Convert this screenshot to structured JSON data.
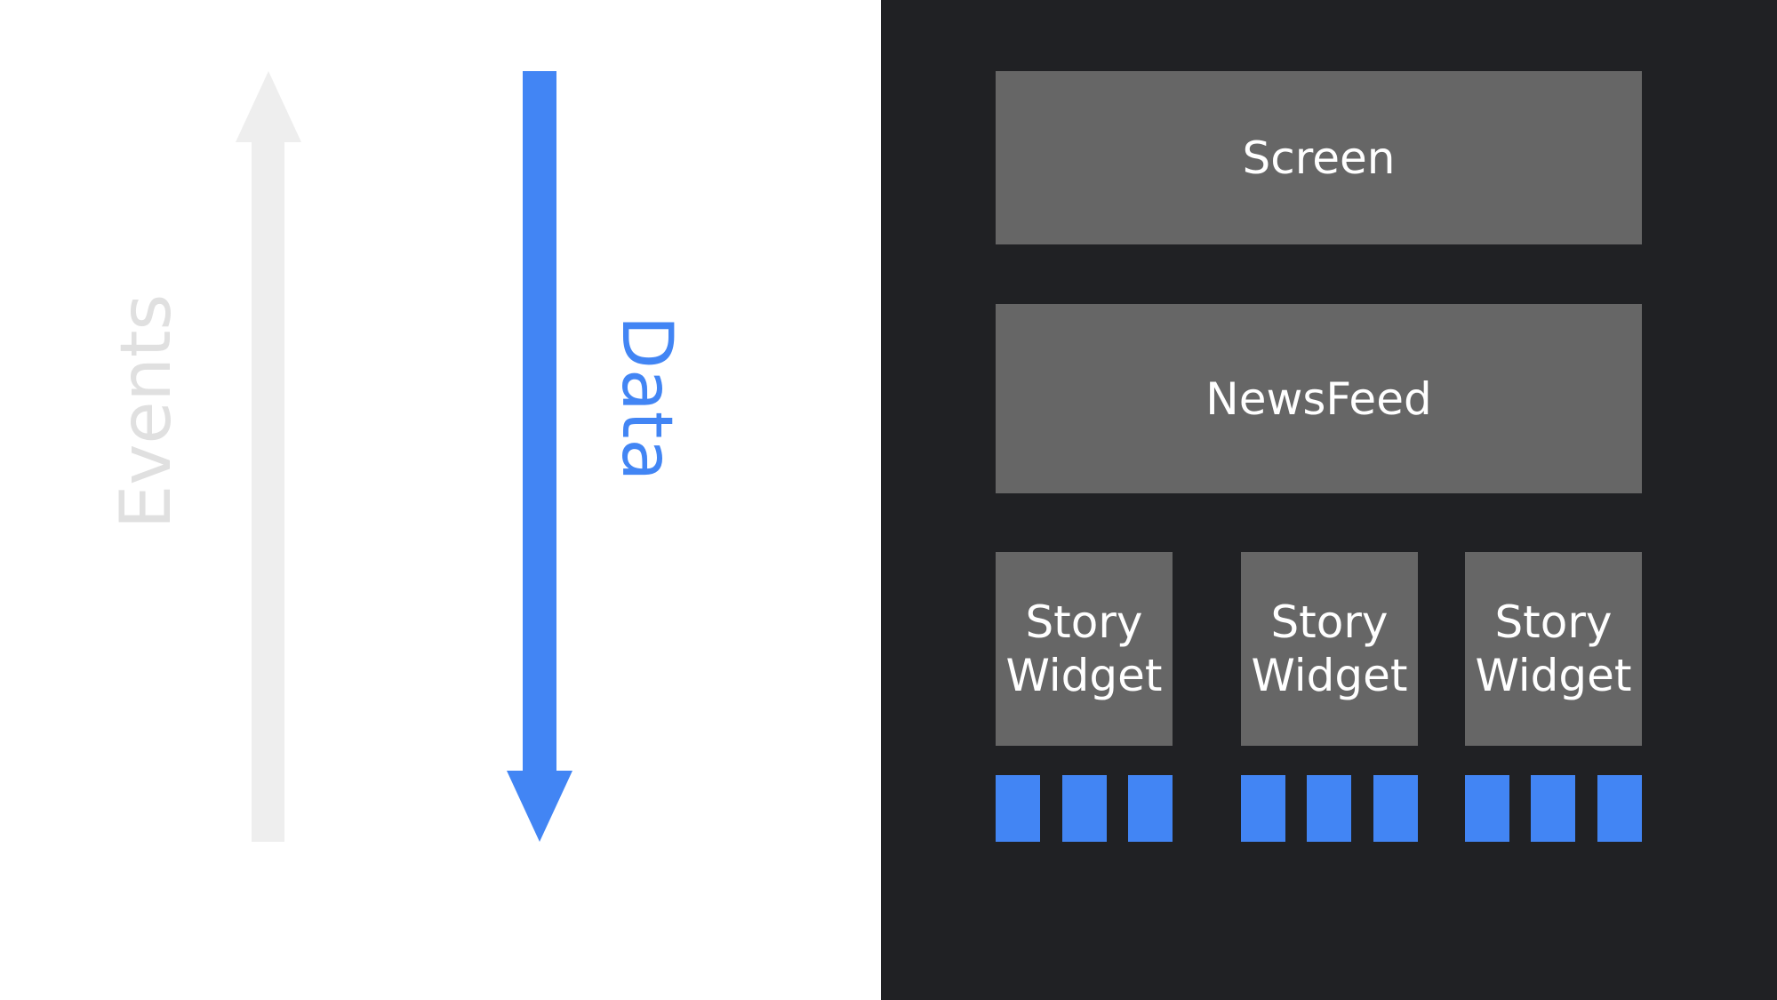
{
  "left": {
    "events_label": "Events",
    "data_label": "Data",
    "colors": {
      "events": "#eeeeee",
      "events_text": "#e0e0e0",
      "data": "#4285f4"
    }
  },
  "tree": {
    "screen": "Screen",
    "newsfeed": "NewsFeed",
    "widgets": [
      {
        "line1": "Story",
        "line2": "Widget"
      },
      {
        "line1": "Story",
        "line2": "Widget"
      },
      {
        "line1": "Story",
        "line2": "Widget"
      }
    ],
    "colors": {
      "background": "#202124",
      "box": "#666666",
      "leaf": "#4285f4"
    }
  }
}
